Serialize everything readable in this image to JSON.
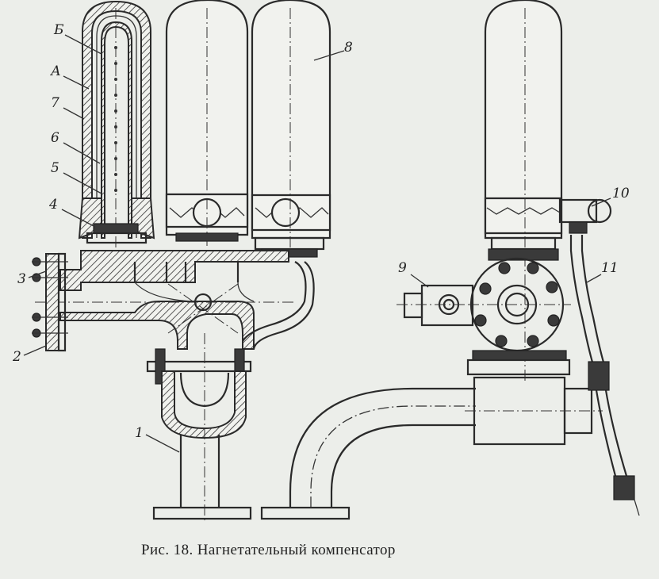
{
  "caption": "Рис. 18. Нагнетательный компенсатор",
  "callouts": {
    "B": "Б",
    "A": "А",
    "n7": "7",
    "n6": "6",
    "n5": "5",
    "n4": "4",
    "n3": "3",
    "n2": "2",
    "n1": "1",
    "n8": "8",
    "n9": "9",
    "n10": "10",
    "n11": "11"
  }
}
